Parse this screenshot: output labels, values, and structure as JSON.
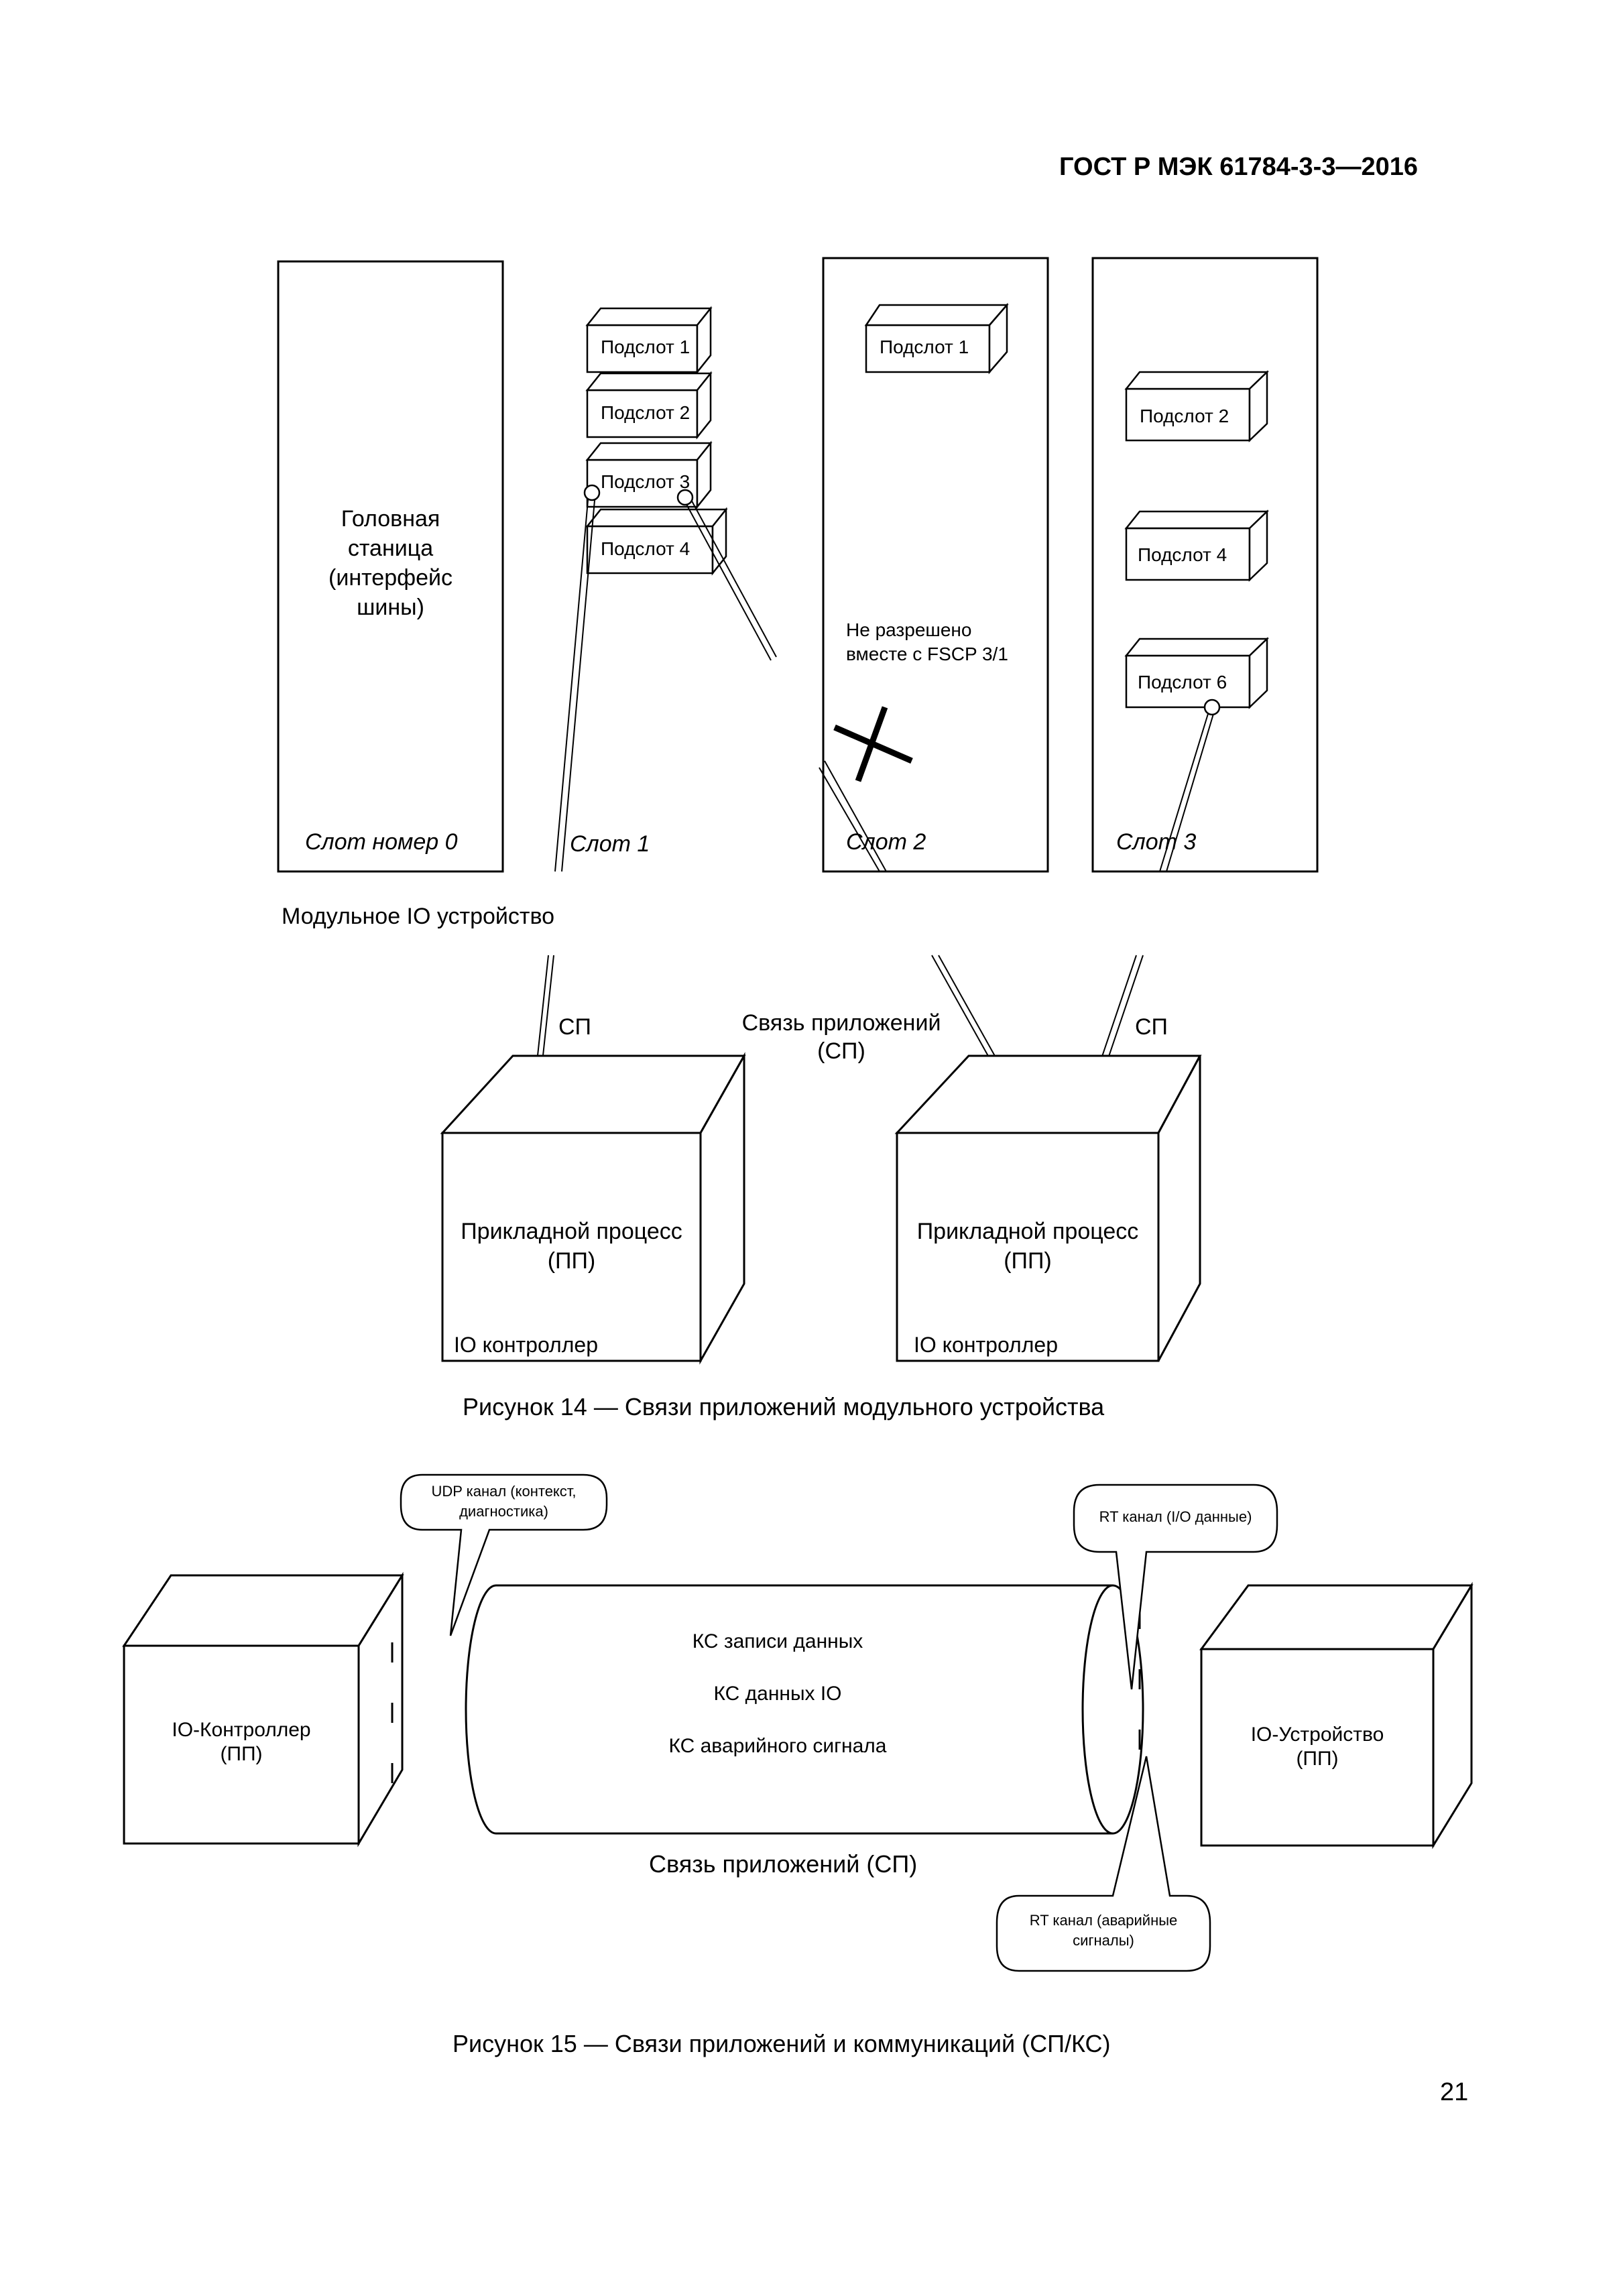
{
  "header": {
    "standard": "ГОСТ Р МЭК 61784-3-3—2016"
  },
  "page_number": "21",
  "figure14": {
    "caption": "Рисунок 14 — Связи приложений модульного устройства",
    "device_label": "Модульное IO устройство",
    "head_station": [
      "Головная",
      "станица",
      "(интерфейс",
      "шины)"
    ],
    "slots": {
      "slot0": "Слот номер 0",
      "slot1": "Слот 1",
      "slot2": "Слот 2",
      "slot3": "Слот 3"
    },
    "subslots": {
      "s1_1": "Подслот 1",
      "s1_2": "Подслот 2",
      "s1_3": "Подслот 3",
      "s1_4": "Подслот 4",
      "s2_1": "Подслот 1",
      "s3_2": "Подслот 2",
      "s3_4": "Подслот 4",
      "s3_6": "Подслот 6"
    },
    "not_allowed": [
      "Не разрешено",
      "вместе с FSCP 3/1"
    ],
    "ar_left": "СП",
    "ar_right": "СП",
    "ar_center": [
      "Связь приложений",
      "(СП)"
    ],
    "controller_left": {
      "process": [
        "Прикладной процесс",
        "(ПП)"
      ],
      "label": "IO контроллер"
    },
    "controller_right": {
      "process": [
        "Прикладной процесс",
        "(ПП)"
      ],
      "label": "IO контроллер"
    }
  },
  "figure15": {
    "caption": "Рисунок 15 — Связи приложений и коммуникаций (СП/КС)",
    "controller": [
      "IO-Контроллер",
      "(ПП)"
    ],
    "device": [
      "IO-Устройство",
      "(ПП)"
    ],
    "cylinder_items": [
      "КС записи данных",
      "КС данных IO",
      "КС аварийного сигнала"
    ],
    "cylinder_label": "Связь приложений (СП)",
    "callout_udp": [
      "UDP канал (контекст,",
      "диагностика)"
    ],
    "callout_rt_io": "RT канал (I/O данные)",
    "callout_rt_alarm": [
      "RT канал (аварийные",
      "сигналы)"
    ]
  }
}
